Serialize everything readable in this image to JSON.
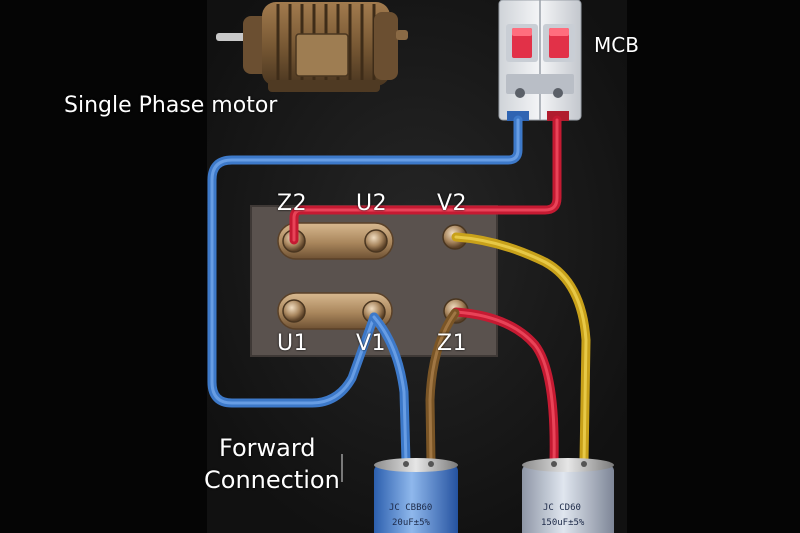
{
  "labels": {
    "motor": "Single Phase motor",
    "mcb": "MCB",
    "caption_line1": "Forward",
    "caption_line2": "Connection"
  },
  "terminals": {
    "z2": "Z2",
    "u2": "U2",
    "v2": "V2",
    "u1": "U1",
    "v1": "V1",
    "z1": "Z1"
  },
  "capacitors": {
    "run_brand": "JC  CBB60",
    "run_rating": "20uF±5%",
    "start_brand": "JC  CD60",
    "start_rating": "150uF±5%"
  },
  "colors": {
    "wire_blue": "#4f8fdc",
    "wire_red": "#d8213a",
    "wire_yellow": "#e8c22a",
    "wire_brown": "#8a6230",
    "plate": "#59514d",
    "panel": "#141414"
  }
}
